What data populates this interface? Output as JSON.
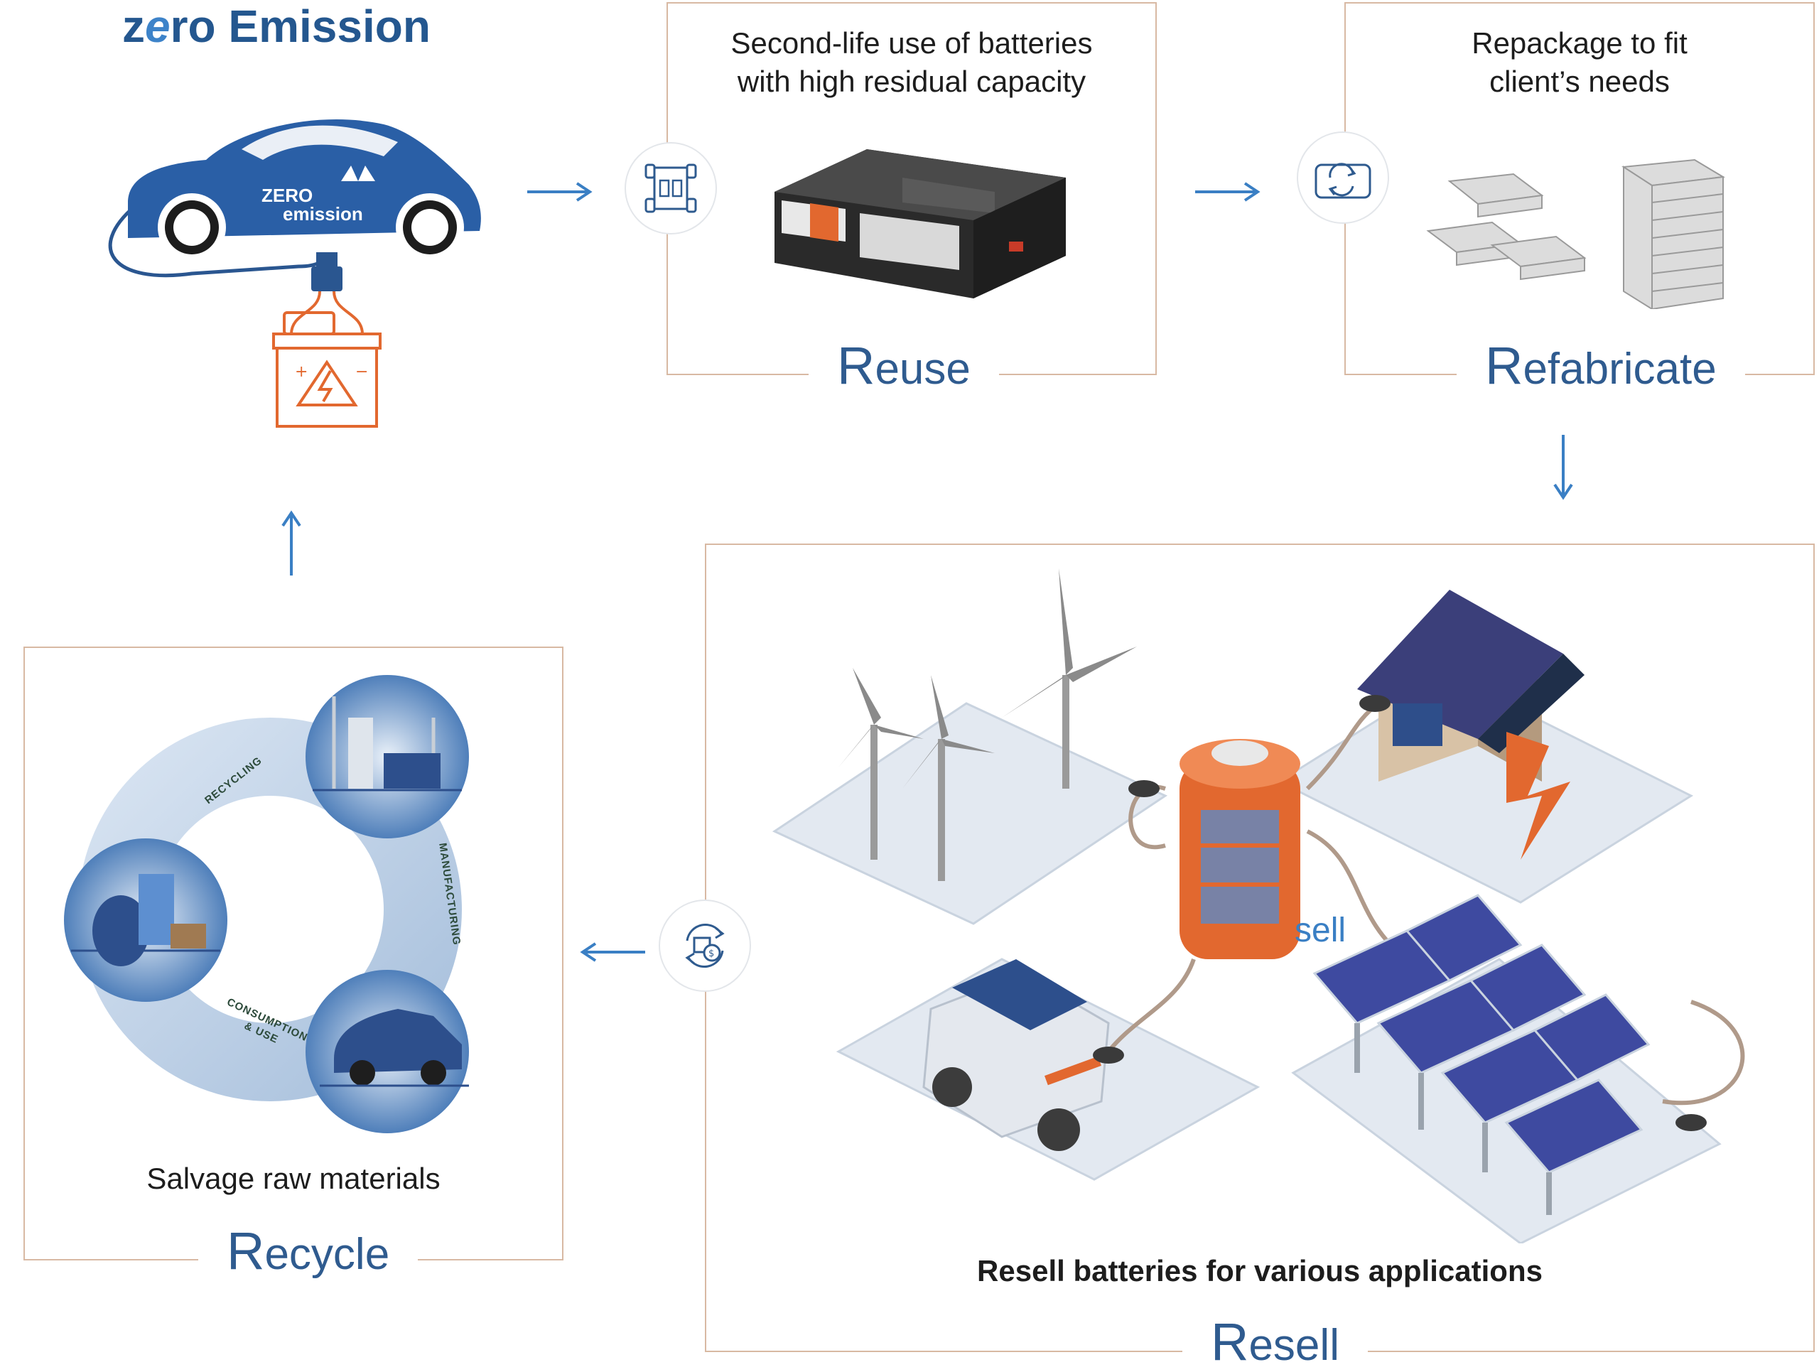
{
  "brand": {
    "prefix": "z",
    "mark": "e",
    "suffix": "ro Emission"
  },
  "car_badge": {
    "line1": "ZERO",
    "line2": "emission"
  },
  "reuse": {
    "caption_line1": "Second-life use of batteries",
    "caption_line2": "with high residual capacity",
    "title_initial": "R",
    "title_rest": "euse",
    "icon": "battery-chassis-icon"
  },
  "refabricate": {
    "caption_line1": "Repackage to fit",
    "caption_line2": "client’s needs",
    "title_initial": "R",
    "title_rest": "efabricate",
    "icon": "refurbish-cycle-icon"
  },
  "resell": {
    "caption": "Resell batteries for various applications",
    "title_initial": "R",
    "title_rest": "esell",
    "partial_label": "sell",
    "icon": "resell-cycle-dollar-icon"
  },
  "recycle": {
    "caption": "Salvage raw materials",
    "title_initial": "R",
    "title_rest": "ecycle",
    "cycle_labels": {
      "recycling": "RECYCLING",
      "manufacturing": "MANUFACTURING",
      "consumption_line1": "CONSUMPTION",
      "consumption_line2": "& USE"
    }
  },
  "colors": {
    "accent": "#2f5b8f",
    "arrow": "#3a7fc4",
    "frame": "#d8b9a3",
    "battery_orange": "#e2682f"
  }
}
